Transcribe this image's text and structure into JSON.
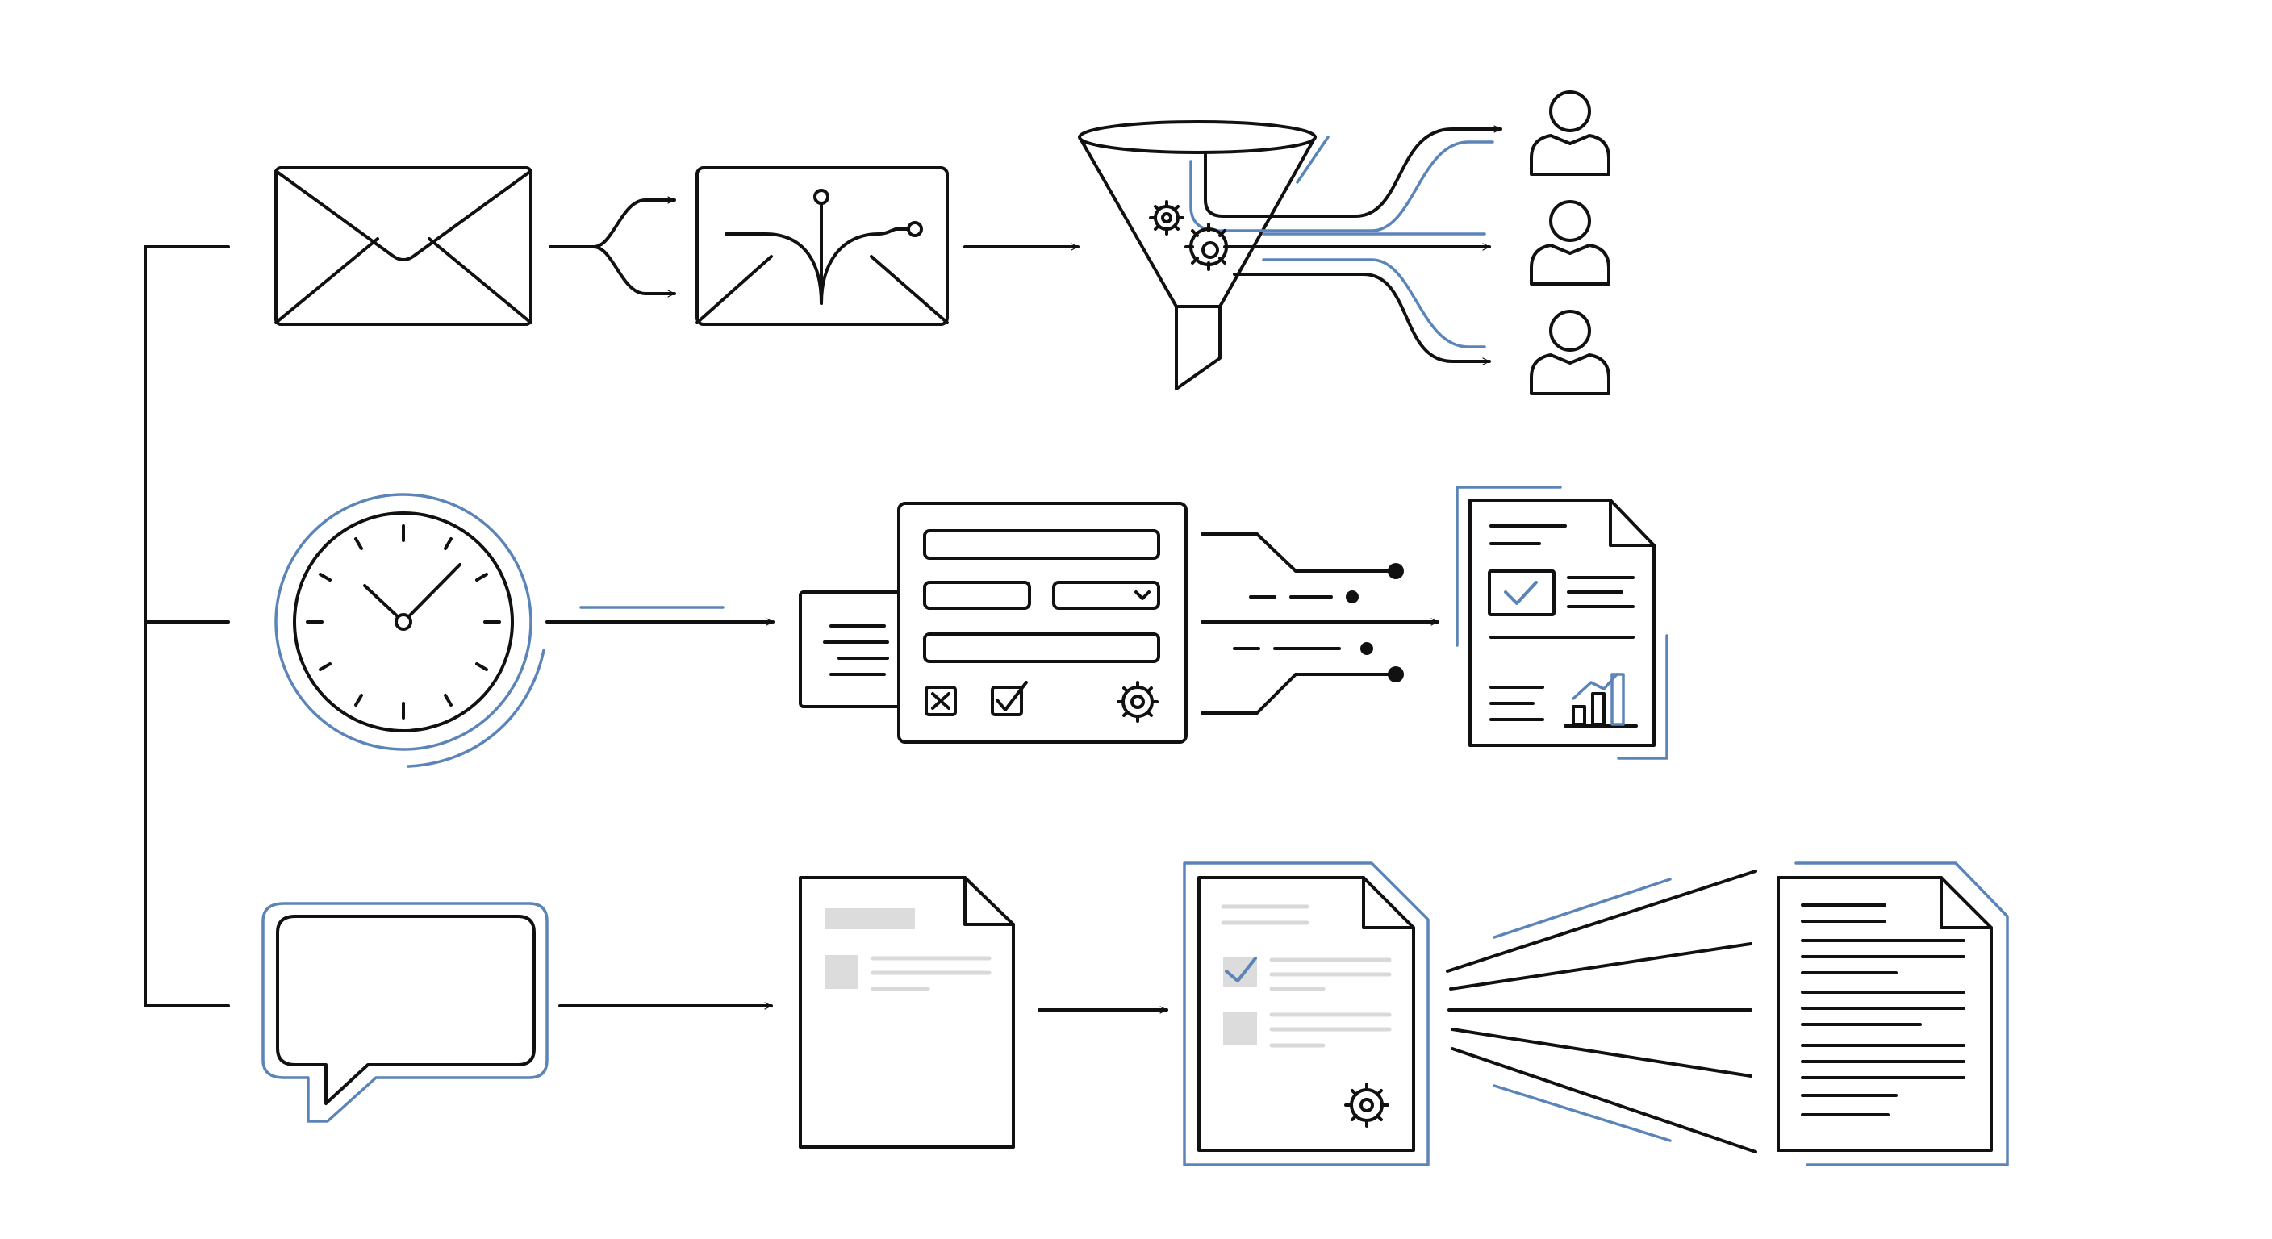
{
  "colors": {
    "ink": "#111111",
    "accent": "#5b84b8",
    "placeholder": "#dcdcdc",
    "background": "#ffffff"
  },
  "rows": [
    {
      "name": "email-routing",
      "icons": [
        "envelope-icon",
        "branch-arrow-icon",
        "routing-envelope-icon",
        "funnel-icon",
        "gear-icon",
        "user-icon",
        "user-icon",
        "user-icon"
      ]
    },
    {
      "name": "scheduled-form-report",
      "icons": [
        "clock-icon",
        "form-panel-icon",
        "checkbox-x-icon",
        "checkbox-check-icon",
        "gear-icon",
        "report-document-icon",
        "bar-chart-icon"
      ]
    },
    {
      "name": "message-document-processing",
      "icons": [
        "speech-bubble-icon",
        "template-document-icon",
        "processed-document-icon",
        "gear-icon",
        "text-document-icon"
      ]
    }
  ]
}
